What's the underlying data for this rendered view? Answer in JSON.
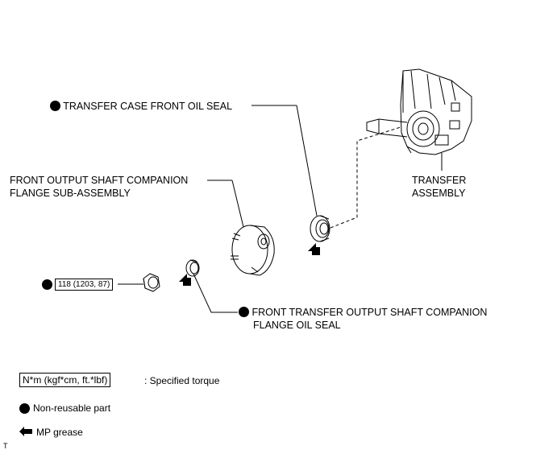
{
  "labels": {
    "front_oil_seal": "TRANSFER CASE FRONT OIL SEAL",
    "flange_line1": "FRONT OUTPUT SHAFT COMPANION",
    "flange_line2": "FLANGE SUB-ASSEMBLY",
    "transfer_line1": "TRANSFER",
    "transfer_line2": "ASSEMBLY",
    "flange_seal_line1": "FRONT TRANSFER OUTPUT SHAFT COMPANION",
    "flange_seal_line2": "FLANGE OIL SEAL",
    "torque_value": "118 (1203, 87)"
  },
  "legend": {
    "torque_unit": "N*m (kgf*cm, ft.*lbf)",
    "torque_text": ": Specified torque",
    "non_reusable": "Non-reusable part",
    "grease": "MP grease"
  },
  "corner_mark": "T",
  "icons": [
    "non-reusable-dot-icon",
    "mp-grease-arrow-icon"
  ],
  "colors": {
    "ink": "#000000",
    "background": "#ffffff"
  }
}
